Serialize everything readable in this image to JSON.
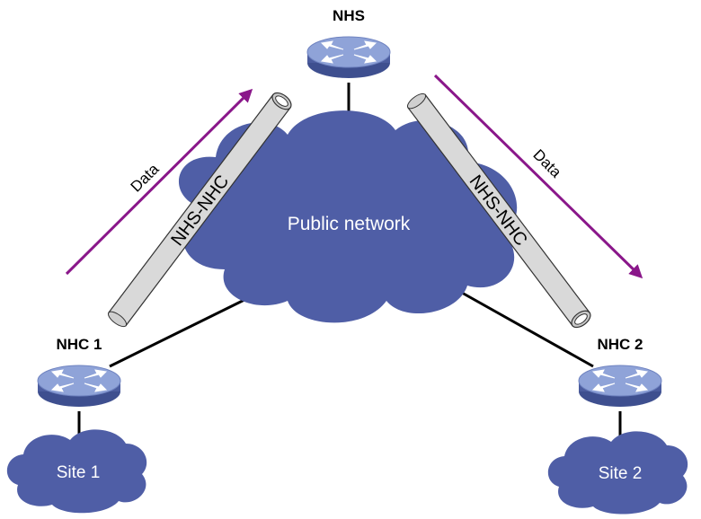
{
  "colors": {
    "cloud": "#4f5ea6",
    "device_top": "#8fa3d8",
    "device_side": "#4b5c9e",
    "tunnel_fill": "#d9d9d9",
    "arrow": "#8a178a",
    "link": "#000000"
  },
  "nodes": {
    "nhs": {
      "label": "NHS",
      "icon": "switch-icon"
    },
    "nhc1": {
      "label": "NHC 1",
      "icon": "switch-icon"
    },
    "nhc2": {
      "label": "NHC 2",
      "icon": "switch-icon"
    }
  },
  "clouds": {
    "public": {
      "label": "Public network"
    },
    "site1": {
      "label": "Site 1"
    },
    "site2": {
      "label": "Site 2"
    }
  },
  "tunnels": {
    "left": {
      "label": "NHS-NHC"
    },
    "right": {
      "label": "NHS-NHC"
    }
  },
  "flows": {
    "left": {
      "label": "Data"
    },
    "right": {
      "label": "Data"
    }
  }
}
